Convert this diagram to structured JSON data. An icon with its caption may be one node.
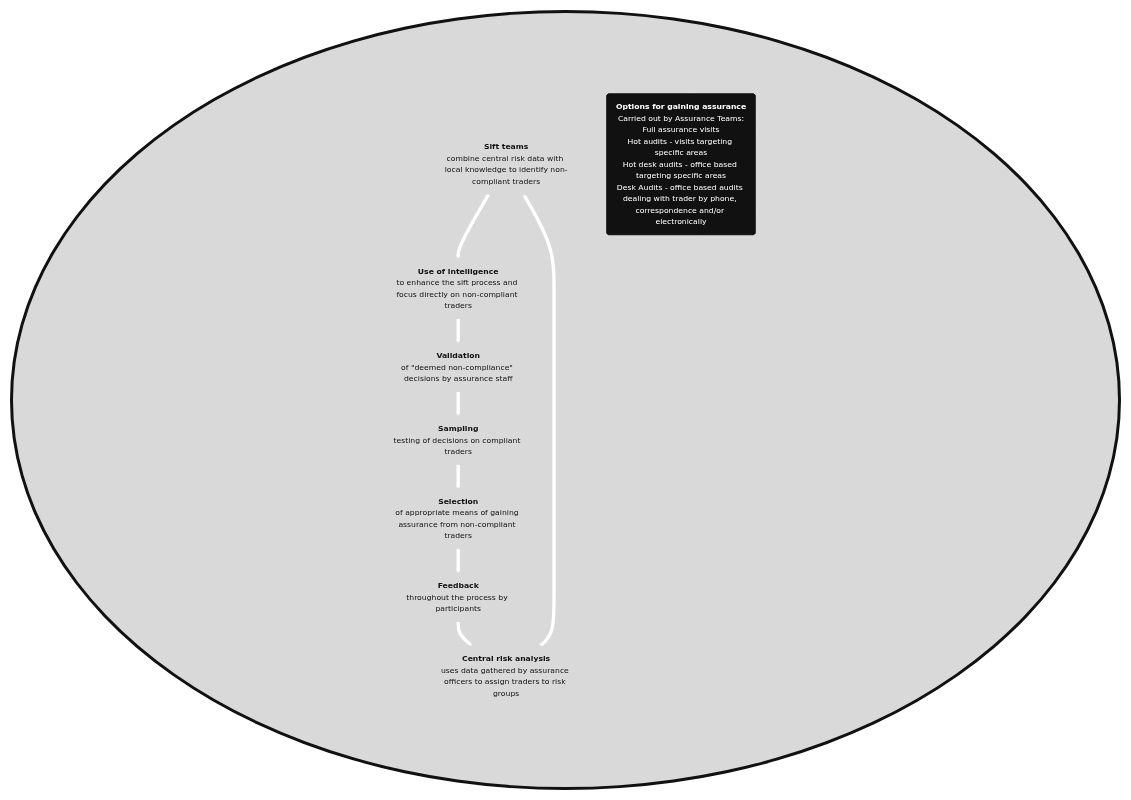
{
  "diagram": {
    "nodes": [
      {
        "text": [
          "Sift teams",
          "combine central risk data with local knowledge to identify non-compliant traders"
        ]
      },
      {
        "text": [
          "Central risk analysis",
          "uses data gathered by assurance officers to assign traders to risk groups"
        ]
      },
      {
        "text": [
          "Use of intelligence",
          "to enhance the sift process and focus directly on non-compliant traders"
        ]
      },
      {
        "text": [
          "Options for gaining assurance",
          "Carried out by Assurance Teams:",
          "Full assurance visits",
          "Hot audits - visits targeting specific areas",
          "Hot desk audits - office based targeting specific areas",
          "Desk Audits - office based audits dealing with trader by phone, correspondence and/or electronically"
        ]
      },
      {
        "text": [
          "Feedback",
          "throughout the process by participants"
        ]
      },
      {
        "text": [
          "Validation",
          "of \"deemed non-compliance\" decisions by assurance staff"
        ]
      },
      {
        "text": [
          "Selection",
          "of appropriate means of gaining assurance from non-compliant traders"
        ]
      },
      {
        "text": [
          "Sampling",
          "testing of decisions on compliant traders"
        ]
      }
    ],
    "edges": [
      {
        "from": 0,
        "to": 2,
        "arrow": "to"
      },
      {
        "from": 2,
        "to": 5,
        "arrow": "to"
      },
      {
        "from": 5,
        "to": 7,
        "arrow": "to"
      },
      {
        "from": 7,
        "to": 6,
        "arrow": "to"
      },
      {
        "from": 6,
        "to": 4,
        "arrow": "to"
      },
      {
        "from": 4,
        "to": 1,
        "arrow": "to"
      },
      {
        "from": 1,
        "to": 0,
        "arrow": "to"
      }
    ]
  }
}
